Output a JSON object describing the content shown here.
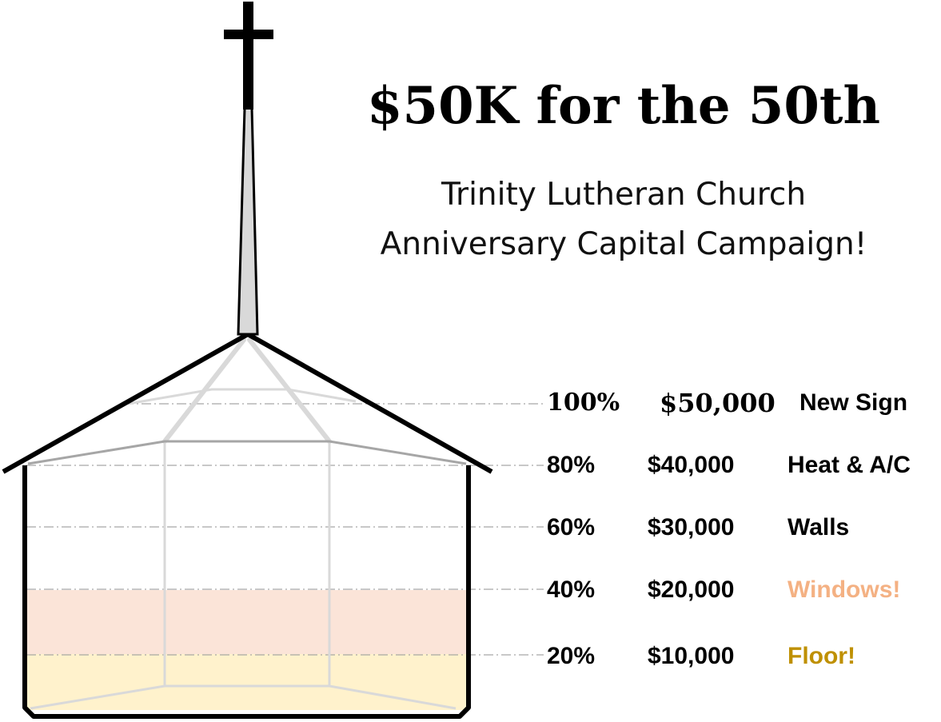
{
  "campaign": {
    "title": "$50K for the 50th",
    "subtitle_line1": "Trinity Lutheran Church",
    "subtitle_line2": "Anniversary Capital Campaign!"
  },
  "colors": {
    "outline": "#000000",
    "spire_fill": "#d9d9d9",
    "windows_fill": "#fbe4d8",
    "floor_fill": "#fff2cc",
    "windows_text": "#f4b183",
    "floor_text": "#bf9000",
    "guide_line": "#a6a6a6",
    "frame_line": "#d9d9d9"
  },
  "progress": {
    "percent_reached": 40
  },
  "milestones": [
    {
      "percent": "100%",
      "amount": "$50,000",
      "item": "New Sign",
      "status": "pending"
    },
    {
      "percent": "80%",
      "amount": "$40,000",
      "item": "Heat & A/C",
      "status": "pending"
    },
    {
      "percent": "60%",
      "amount": "$30,000",
      "item": "Walls",
      "status": "pending"
    },
    {
      "percent": "40%",
      "amount": "$20,000",
      "item": "Windows!",
      "status": "reached"
    },
    {
      "percent": "20%",
      "amount": "$10,000",
      "item": "Floor!",
      "status": "reached"
    }
  ]
}
